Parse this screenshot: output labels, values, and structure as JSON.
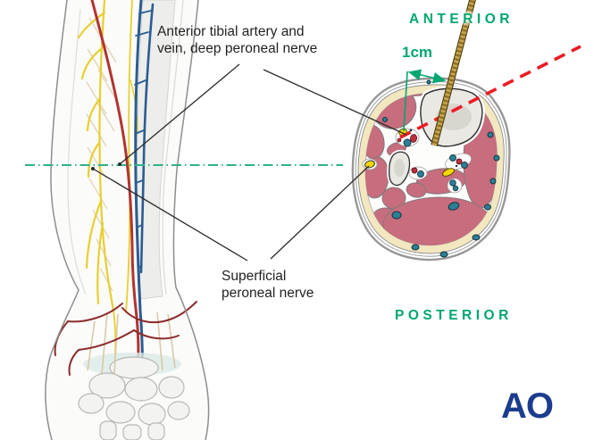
{
  "figure": {
    "labels": {
      "anterior_structures": "Anterior tibial artery and\nvein, deep peroneal nerve",
      "superficial_nerve": "Superficial\nperoneal nerve"
    },
    "orientation": {
      "top": "ANTERIOR",
      "bottom": "POSTERIOR"
    },
    "measurement": {
      "value": "1cm"
    },
    "logo": {
      "text": "AO"
    },
    "colors": {
      "orientation_green": "#00a770",
      "section_level_green": "#2eb28b",
      "trajectory_red_dashed": "#ec1c24",
      "logo_blue": "#1c3c8e",
      "muscle_rose": "#c76d7e",
      "subcutaneous_fat": "#f2e7bf",
      "bone_gray": "#eae8e3",
      "artery_red": "#c0303c",
      "vein_teal": "#2b7f96",
      "nerve_yellow": "#f5d800",
      "pin_gold": "#c7a54d",
      "label_black": "#231f20"
    }
  }
}
